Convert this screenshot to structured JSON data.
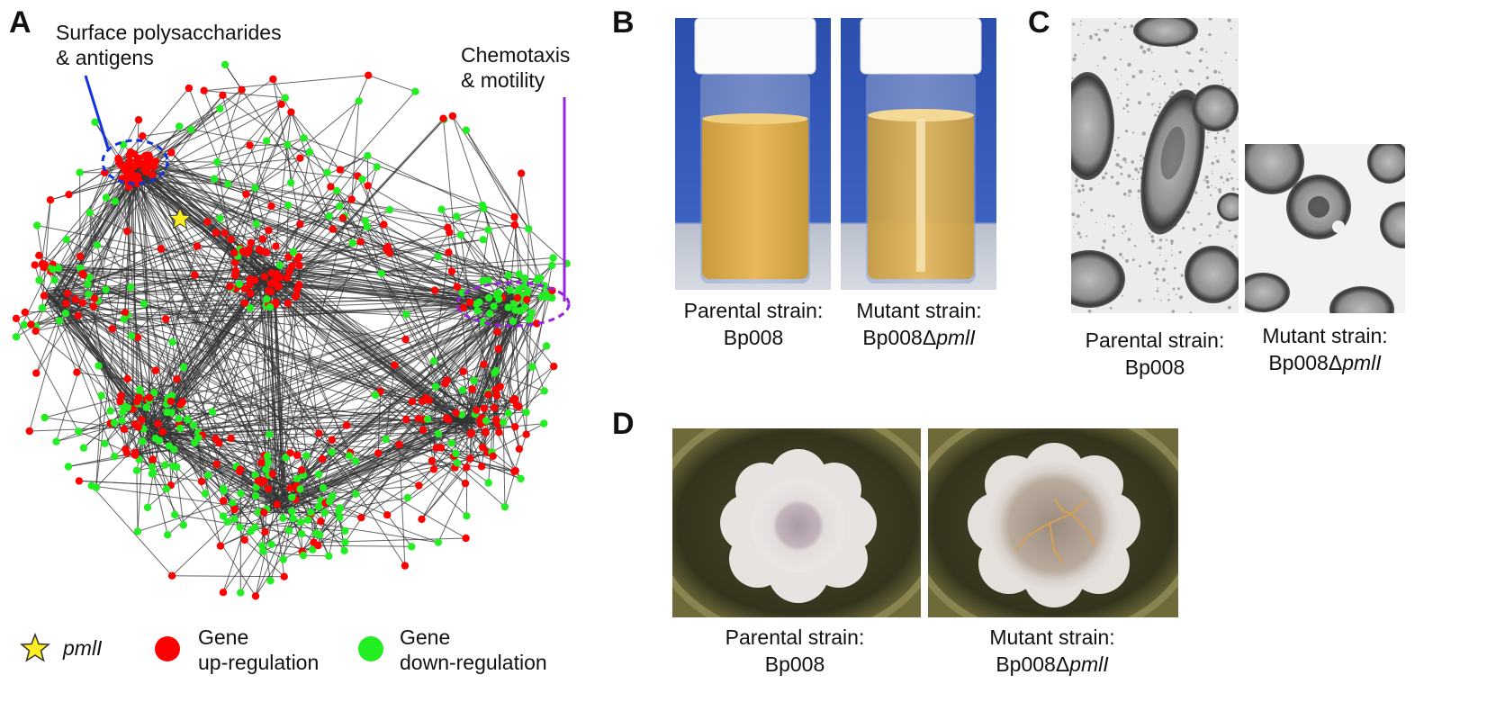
{
  "panels": {
    "a": {
      "letter": "A",
      "cluster_labels": {
        "surface": [
          "Surface polysaccharides",
          "& antigens"
        ],
        "chemotaxis": [
          "Chemotaxis",
          "& motility"
        ]
      },
      "legend": {
        "star_label": "pmlI",
        "up_line1": "Gene",
        "up_line2": "up-regulation",
        "down_line1": "Gene",
        "down_line2": "down-regulation"
      }
    },
    "b": {
      "letter": "B",
      "parental": {
        "line1": "Parental strain:",
        "line2": "Bp008"
      },
      "mutant": {
        "line1": "Mutant strain:",
        "line2_prefix": "Bp008Δ",
        "line2_italic": "pmlI"
      }
    },
    "c": {
      "letter": "C",
      "parental": {
        "line1": "Parental strain:",
        "line2": "Bp008"
      },
      "mutant": {
        "line1": "Mutant strain:",
        "line2_prefix": "Bp008Δ",
        "line2_italic": "pmlI"
      }
    },
    "d": {
      "letter": "D",
      "parental": {
        "line1": "Parental strain:",
        "line2": "Bp008"
      },
      "mutant": {
        "line1": "Mutant strain:",
        "line2_prefix": "Bp008Δ",
        "line2_italic": "pmlI"
      }
    }
  },
  "colors": {
    "up_regulation": "#ff0000",
    "down_regulation": "#22ee22",
    "star": "#ffee22",
    "surface_circle": "#1133dd",
    "chemotaxis_circle": "#9922dd",
    "edge": "#333333"
  }
}
